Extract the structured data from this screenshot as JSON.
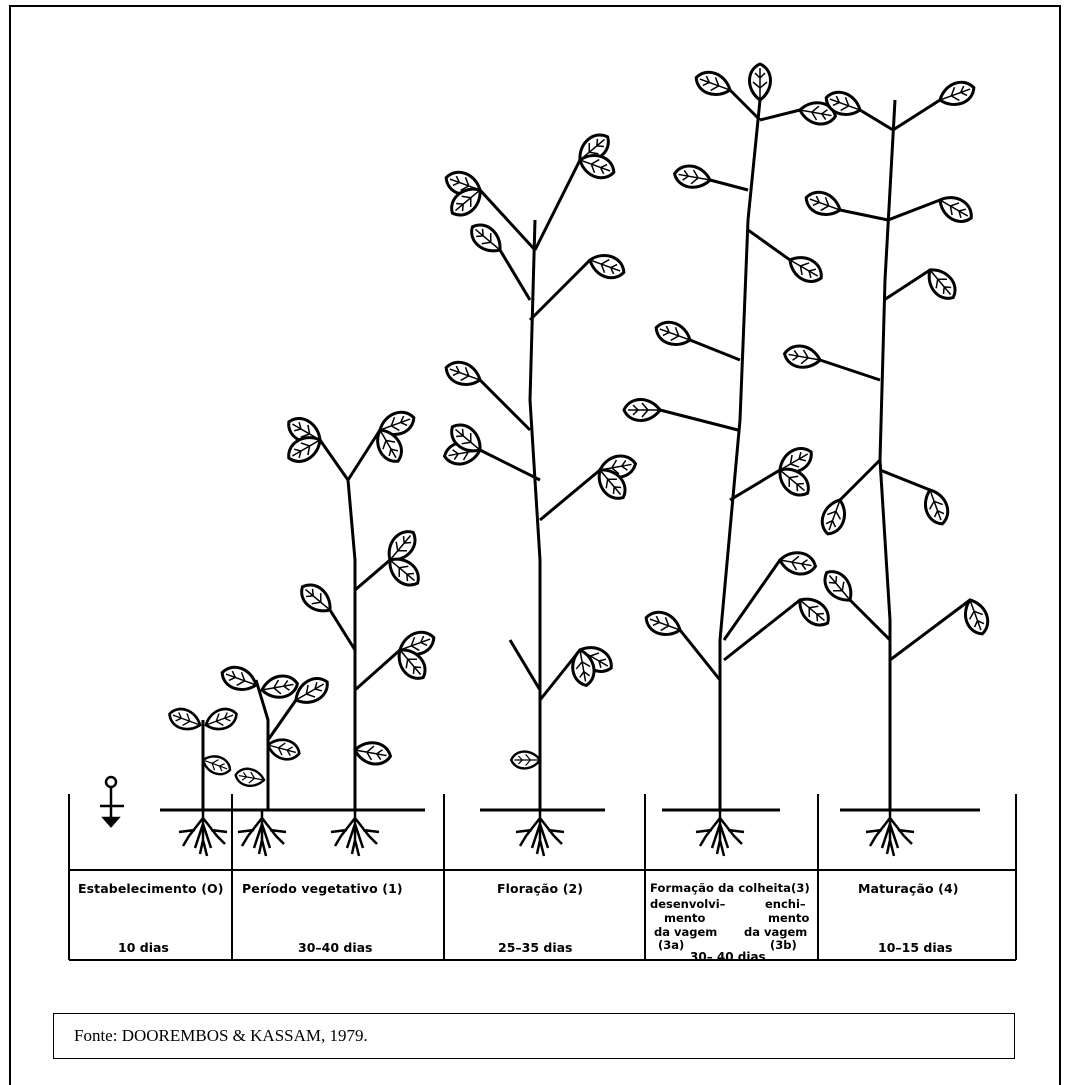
{
  "stages": [
    {
      "label": "Estabelecimento (O)",
      "duration": "10 dias"
    },
    {
      "label": "Período vegetativo (1)",
      "duration": "30–40 dias"
    },
    {
      "label": "Floração (2)",
      "duration": "25–35 dias"
    },
    {
      "label": "Formação da colheita(3)",
      "duration": "30– 40 dias"
    },
    {
      "label": "Maturação (4)",
      "duration": "10–15 dias"
    }
  ],
  "stage3": {
    "sub_a_line1": "desenvolvi–",
    "sub_a_line2": "mento",
    "sub_a_line3": "da vagem",
    "sub_a_line4": "(3a)",
    "sub_b_line1": "enchi–",
    "sub_b_line2": "mento",
    "sub_b_line3": "da vagem",
    "sub_b_line4": "(3b)"
  },
  "source": "Fonte: DOOREMBOS & KASSAM, 1979."
}
